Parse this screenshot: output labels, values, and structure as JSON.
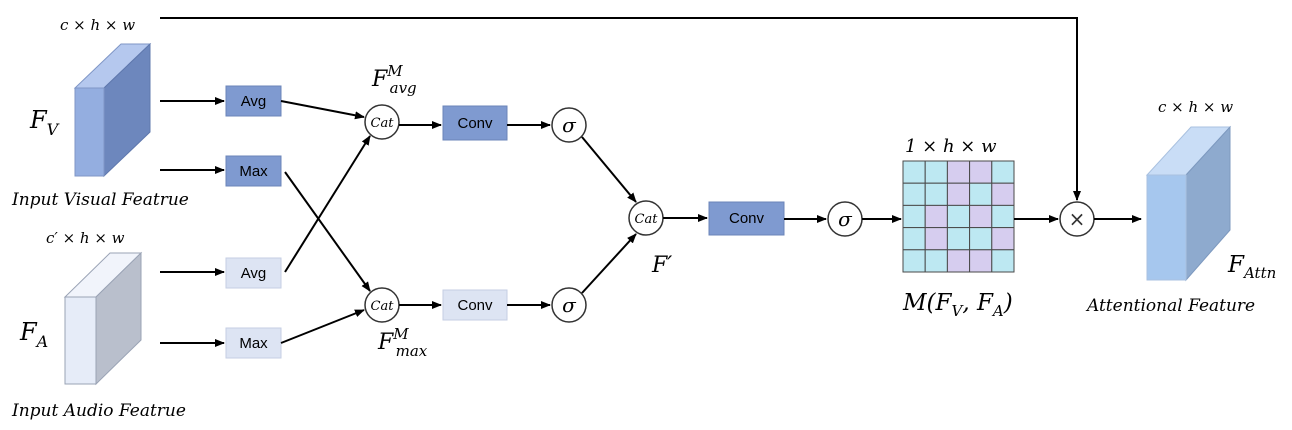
{
  "title": "",
  "visual_input": {
    "dims": "c × h × w",
    "symbol": "F",
    "subscript": "V",
    "caption": "Input Visual Featrue"
  },
  "audio_input": {
    "dims": "c′ × h × w",
    "symbol": "F",
    "subscript": "A",
    "caption": "Input Audio Featrue"
  },
  "pool_boxes": {
    "visual_avg": "Avg",
    "visual_max": "Max",
    "audio_avg": "Avg",
    "audio_max": "Max"
  },
  "concat": {
    "top_label": "Cat",
    "bottom_label": "Cat",
    "merge_label": "Cat",
    "top_feature": {
      "symbol": "F",
      "sup": "M",
      "sub": "avg"
    },
    "bottom_feature": {
      "symbol": "F",
      "sup": "M",
      "sub": "max"
    },
    "merge_feature": "F′"
  },
  "conv": {
    "top": "Conv",
    "bottom": "Conv",
    "final": "Conv"
  },
  "sigma": "σ",
  "multiply": "×",
  "attention_map": {
    "dims": "1 × h × w",
    "caption": "M(F",
    "caption_sub_v": "V",
    "caption_mid": ", F",
    "caption_sub_a": "A",
    "caption_end": ")",
    "grid": [
      [
        "c",
        "c",
        "p",
        "p",
        "c"
      ],
      [
        "c",
        "c",
        "p",
        "c",
        "p"
      ],
      [
        "c",
        "p",
        "c",
        "p",
        "c"
      ],
      [
        "c",
        "p",
        "c",
        "c",
        "p"
      ],
      [
        "c",
        "c",
        "p",
        "p",
        "c"
      ]
    ]
  },
  "output": {
    "dims": "c × h × w",
    "symbol": "F",
    "subscript": "Attn",
    "caption": "Attentional Feature"
  },
  "colors": {
    "visual_front": "#94aee0",
    "visual_top": "#b5c8ee",
    "visual_side": "#6d87bd",
    "audio_front": "#e6ecf8",
    "audio_top": "#f1f4fb",
    "audio_side": "#b9bfcc",
    "box_dark": "#7f9ad0",
    "box_light": "#dde4f3",
    "cell_cyan": "#bde8f2",
    "cell_purple": "#d6cdef",
    "output_front": "#a6c7ee",
    "output_top": "#c9ddf6",
    "output_side": "#8eaace"
  }
}
